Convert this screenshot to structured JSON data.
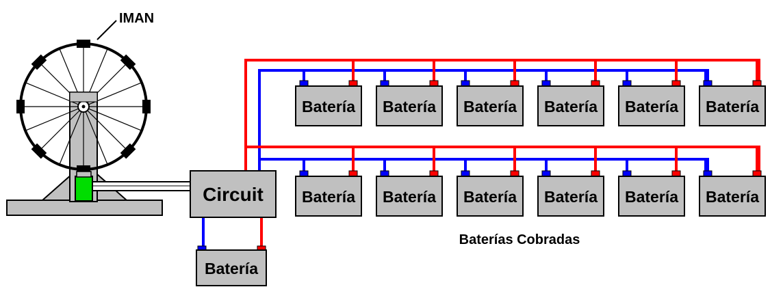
{
  "title": "",
  "labels": {
    "magnet": "IMAN",
    "circuit": "Circuit",
    "battery_bank_caption": "Baterías Cobradas",
    "source_battery": "Batería"
  },
  "battery_banks": [
    {
      "batteries": [
        "Batería",
        "Batería",
        "Batería",
        "Batería",
        "Batería",
        "Batería"
      ]
    },
    {
      "batteries": [
        "Batería",
        "Batería",
        "Batería",
        "Batería",
        "Batería",
        "Batería"
      ]
    }
  ],
  "colors": {
    "positive_wire": "#ff0000",
    "negative_wire": "#0000ff",
    "battery_fill": "#c0c0c0",
    "generator_fill": "#00dd00",
    "outline": "#000000",
    "background": "#ffffff"
  },
  "icons": {
    "wheel": "magnet-wheel-icon",
    "generator": "generator-icon"
  }
}
